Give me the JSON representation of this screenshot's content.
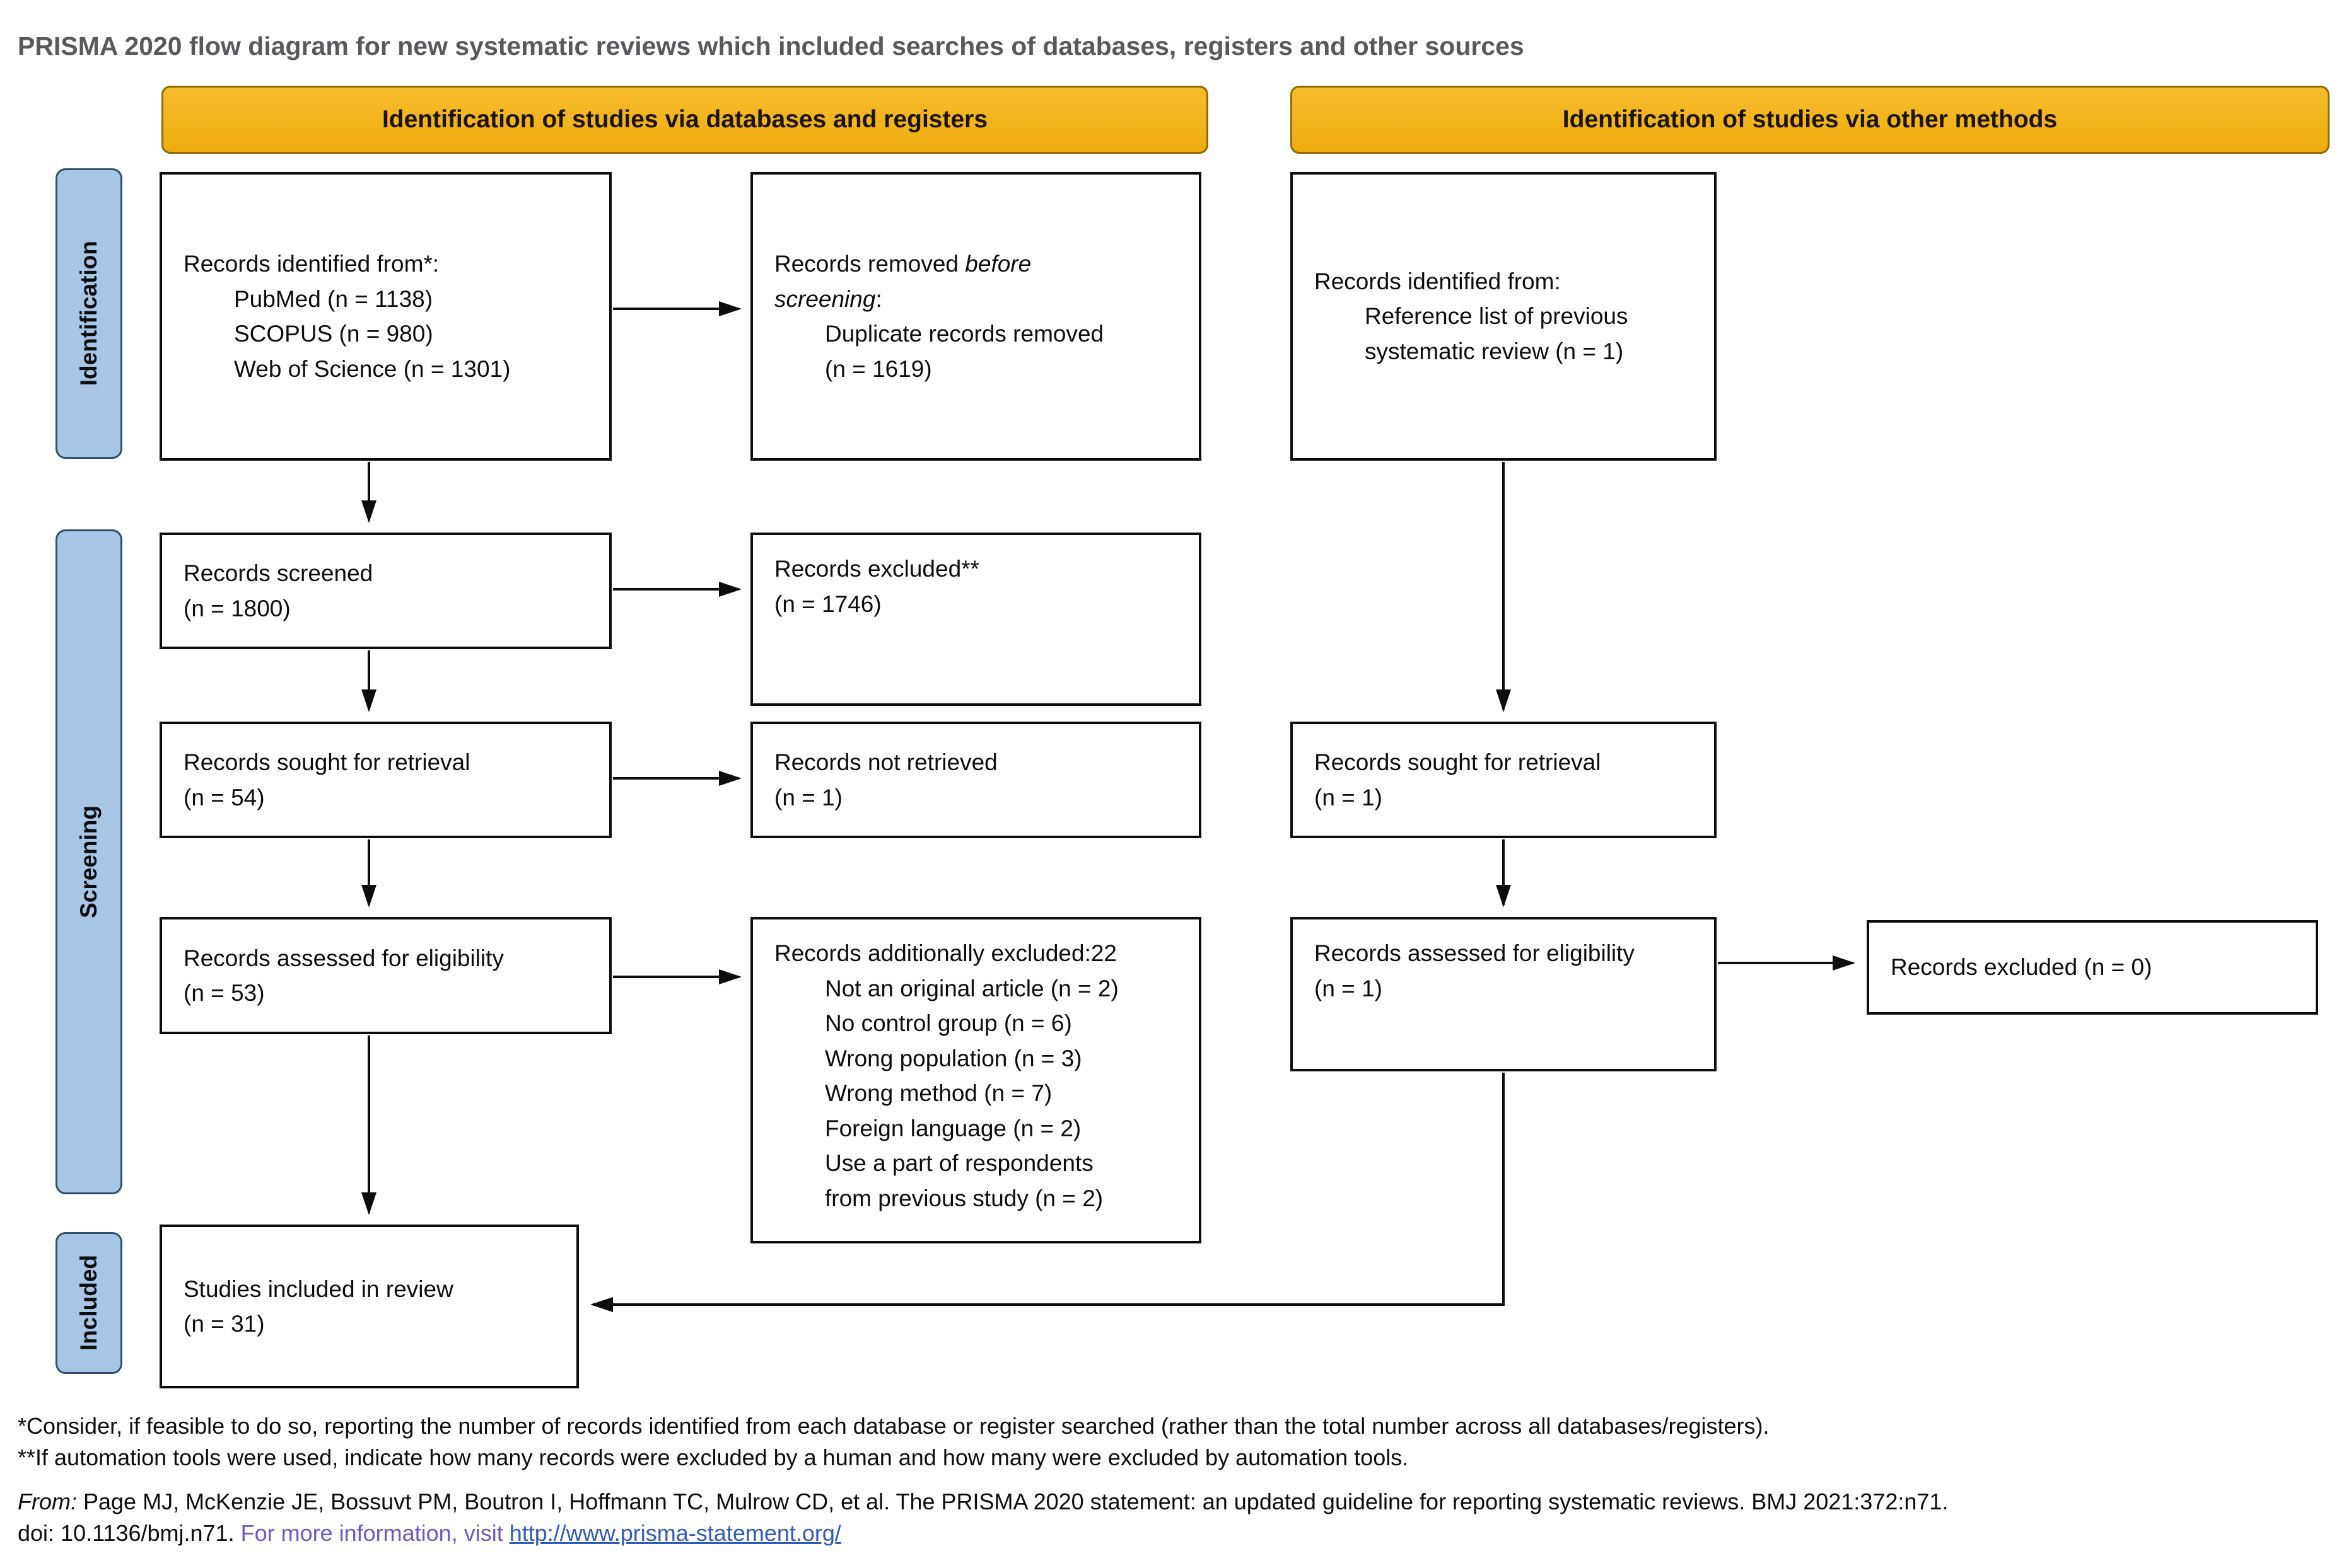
{
  "title": "PRISMA 2020  flow diagram for new systematic reviews which included searches of databases, registers and other sources",
  "headers": {
    "left": "Identification of studies via databases and registers",
    "right": "Identification of studies via other methods"
  },
  "sidebar": {
    "identification": "Identification",
    "screening": "Screening",
    "included": "Included"
  },
  "boxes": {
    "db_identified": {
      "l1": "Records identified from*:",
      "l2": "PubMed (n = 1138)",
      "l3": "SCOPUS (n = 980)",
      "l4": "Web of Science (n = 1301)"
    },
    "removed": {
      "l1a": "Records removed ",
      "l1b": "before",
      "l2a": "screening",
      "l2b": ":",
      "l3": "Duplicate records removed",
      "l4": "(n = 1619)"
    },
    "om_identified": {
      "l1": "Records identified from:",
      "l2": "Reference list of previous",
      "l3": "systematic review (n = 1)"
    },
    "screened": {
      "l1": "Records screened",
      "l2": "(n = 1800)"
    },
    "excluded": {
      "l1": "Records excluded**",
      "l2": "(n = 1746)"
    },
    "db_sought": {
      "l1": "Records sought for retrieval",
      "l2": "(n = 54)"
    },
    "not_retrieved": {
      "l1": "Records not retrieved",
      "l2": "(n = 1)"
    },
    "om_sought": {
      "l1": "Records sought for retrieval",
      "l2": "(n = 1)"
    },
    "db_assessed": {
      "l1": "Records assessed for eligibility",
      "l2": "(n = 53)"
    },
    "add_excluded": {
      "l1": "Records additionally excluded:22",
      "l2": "Not an original article (n = 2)",
      "l3": "No control group (n = 6)",
      "l4": "Wrong population (n = 3)",
      "l5": "Wrong method (n = 7)",
      "l6": "Foreign language (n = 2)",
      "l7": "Use a part of respondents",
      "l8": "from previous study (n = 2)"
    },
    "om_assessed": {
      "l1": "Records assessed for eligibility",
      "l2": "(n = 1)"
    },
    "om_excluded": {
      "l1": "Records excluded (n = 0)"
    },
    "included": {
      "l1": "Studies included in review",
      "l2": "(n = 31)"
    }
  },
  "footnotes": {
    "f1": "*Consider, if feasible to do so, reporting the number of records identified from each database or register searched (rather than the total number across all databases/registers).",
    "f2": "**If automation tools were used, indicate how many records were excluded by a human and how many were excluded by automation tools."
  },
  "citation": {
    "from_label": "From:",
    "text": "  Page MJ, McKenzie JE, Bossuvt PM, Boutron I, Hoffmann TC, Mulrow CD, et al. The PRISMA  2020 statement: an updated guideline for reporting systematic reviews. BMJ 2021:372:n71.",
    "doi": "doi: 10.1136/bmj.n71. ",
    "more": "For more information, visit ",
    "link": "http://www.prisma-statement.org/"
  },
  "colors": {
    "header_bg": "#F2B01E",
    "header_border": "#8A6D00",
    "sidebar_bg": "#A7C5E5",
    "sidebar_border": "#2F4F6F",
    "box_border": "#0D0D0D",
    "title_gray": "#58595C",
    "info_purple": "#6B5AC4",
    "link_blue": "#2E5CB8"
  }
}
